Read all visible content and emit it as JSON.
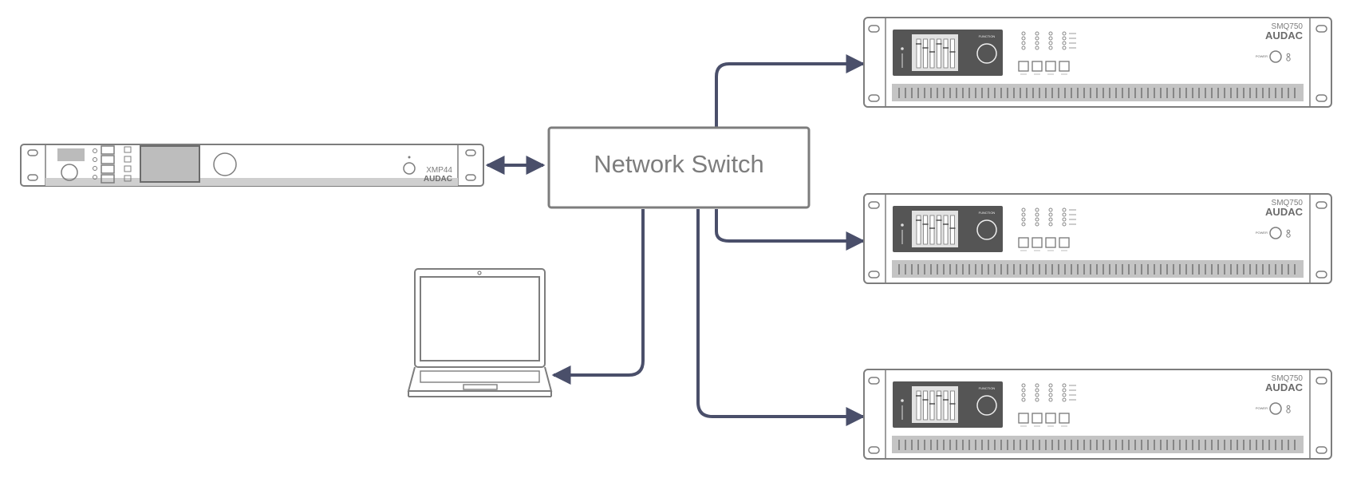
{
  "switch": {
    "label": "Network Switch"
  },
  "controller": {
    "model": "XMP44",
    "brand": "AUDAC"
  },
  "amplifiers": [
    {
      "model": "SMQ750",
      "brand": "AUDAC",
      "function_label": "FUNCTION",
      "power_label": "POWER"
    },
    {
      "model": "SMQ750",
      "brand": "AUDAC",
      "function_label": "FUNCTION",
      "power_label": "POWER"
    },
    {
      "model": "SMQ750",
      "brand": "AUDAC",
      "function_label": "FUNCTION",
      "power_label": "POWER"
    }
  ],
  "colors": {
    "connector": "#4a4f6a",
    "device_outline": "#7d7d7d",
    "panel": "#555555",
    "tray": "#c4c4c4"
  }
}
